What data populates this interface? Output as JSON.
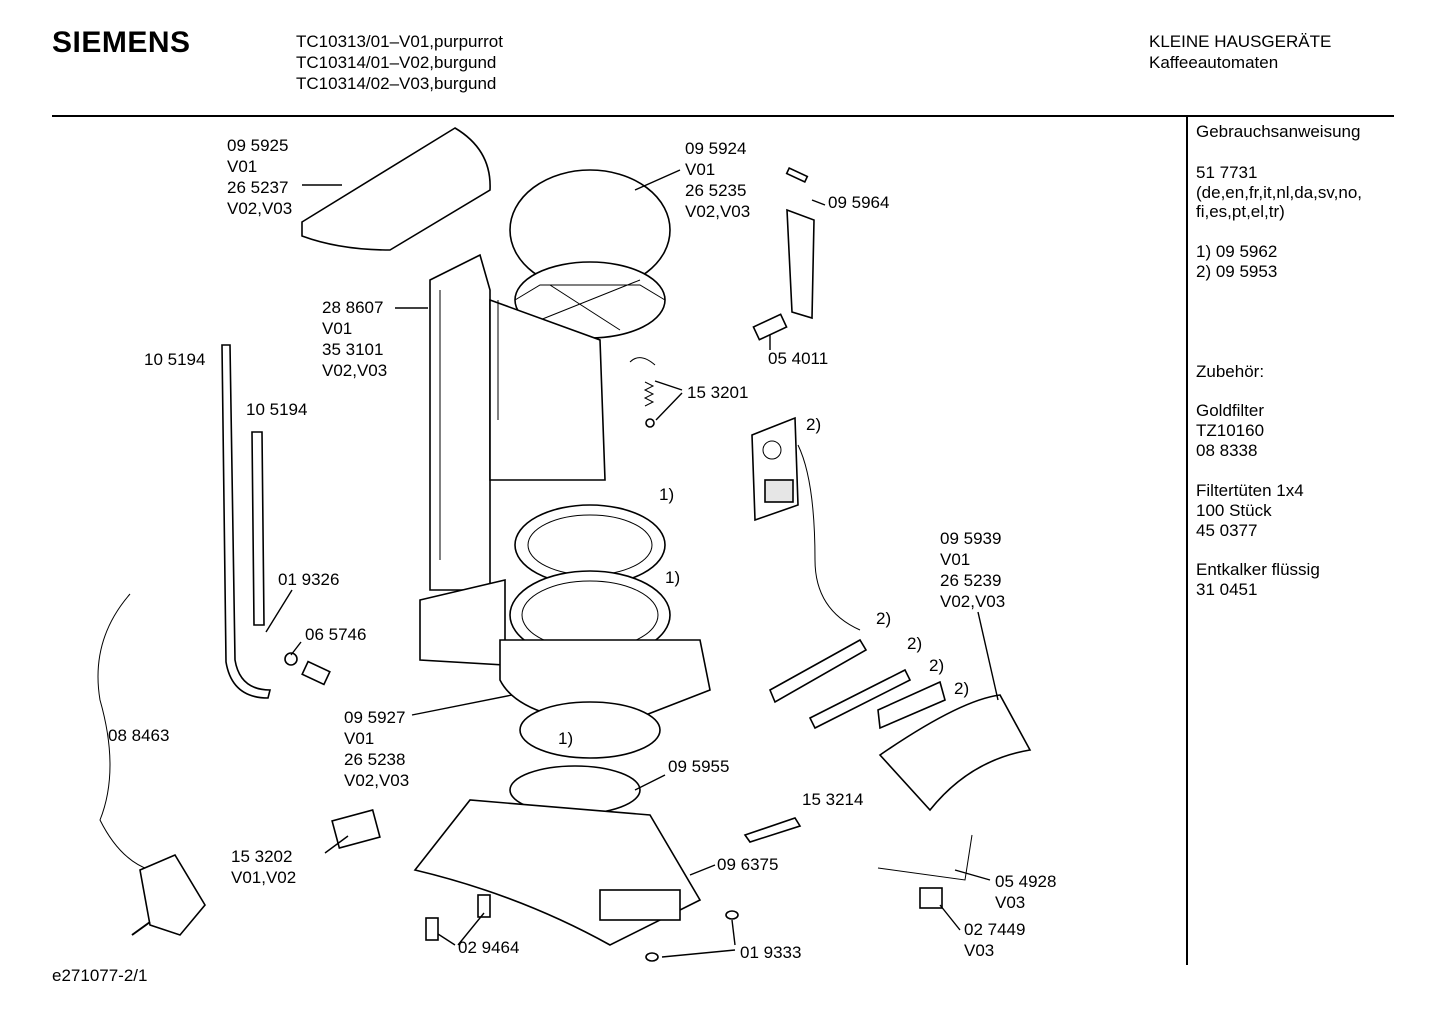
{
  "header": {
    "brand": "SIEMENS",
    "models": [
      "TC10313/01–V01,purpurrot",
      "TC10314/01–V02,burgund",
      "TC10314/02–V03,burgund"
    ],
    "category": [
      "KLEINE HAUSGERÄTE",
      "Kaffeeautomaten"
    ]
  },
  "sidebar": {
    "manual_title": "Gebrauchsanweisung",
    "manual_number": "51 7731",
    "manual_langs": [
      "(de,en,fr,it,nl,da,sv,no,",
      "fi,es,pt,el,tr)"
    ],
    "notes": [
      "1)  09 5962",
      "2)  09 5953"
    ],
    "accessories_title": "Zubehör:",
    "accessories": [
      [
        "Goldfilter",
        "TZ10160",
        "08 8338"
      ],
      [
        "Filtertüten 1x4",
        "100 Stück",
        "45 0377"
      ],
      [
        "Entkalker flüssig",
        "31 0451"
      ]
    ]
  },
  "labels": {
    "lid_small": [
      "09 5925",
      "V01",
      "26 5237",
      "V02,V03"
    ],
    "lid_big": [
      "09 5924",
      "V01",
      "26 5235",
      "V02,V03"
    ],
    "pin": "09 5964",
    "knob": "05 4011",
    "housing": [
      "28 8607",
      "V01",
      "35 3101",
      "V02,V03"
    ],
    "tube_long": "10 5194",
    "tube_short": "10 5194",
    "spring": "15 3201",
    "pcb_note": "2)",
    "ring_note_a": "1)",
    "ring_note_b": "1)",
    "ring_note_c": "1)",
    "elbow": "01 9326",
    "clamp": "06 5746",
    "cover_panel": [
      "09 5939",
      "V01",
      "26 5239",
      "V02,V03"
    ],
    "note_2a": "2)",
    "note_2b": "2)",
    "note_2c": "2)",
    "note_2d": "2)",
    "cord": "08 8463",
    "base_ring": [
      "09 5927",
      "V01",
      "26 5238",
      "V02,V03"
    ],
    "heater": "09 5955",
    "clip": "15 3214",
    "terminal": [
      "15 3202",
      "V01,V02"
    ],
    "base_plate": "09 6375",
    "wire": [
      "05 4928",
      "V03"
    ],
    "switch": [
      "02 7449",
      "V03"
    ],
    "foot": "02 9464",
    "washer": "01 9333"
  },
  "footer": {
    "drawing_id": "e271077-2/1"
  }
}
